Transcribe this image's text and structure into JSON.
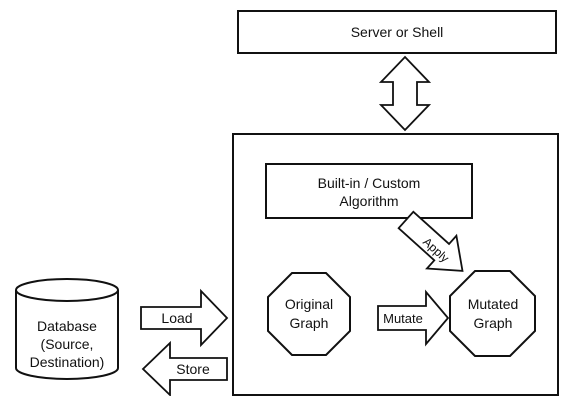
{
  "server": {
    "label": "Server or Shell"
  },
  "algorithm": {
    "line1": "Built-in / Custom",
    "line2": "Algorithm"
  },
  "original_graph": {
    "line1": "Original",
    "line2": "Graph"
  },
  "mutated_graph": {
    "line1": "Mutated",
    "line2": "Graph"
  },
  "database": {
    "line1": "Database",
    "line2": "(Source,",
    "line3": "Destination)"
  },
  "arrows": {
    "load": "Load",
    "store": "Store",
    "mutate": "Mutate",
    "apply": "Apply"
  }
}
